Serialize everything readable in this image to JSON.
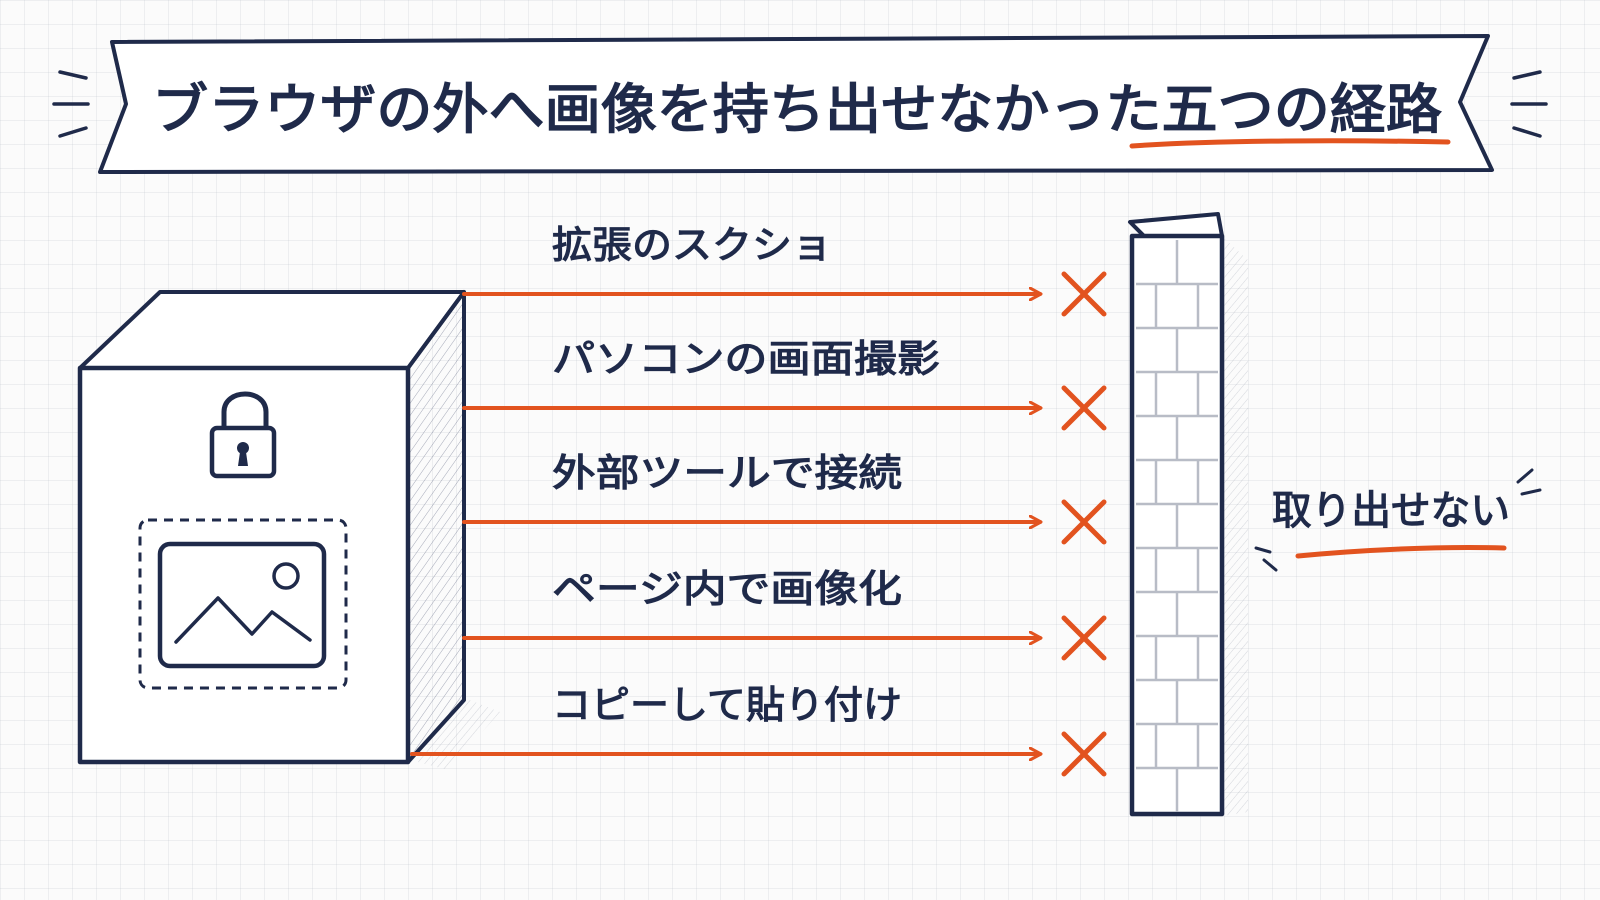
{
  "title": {
    "text_main": "ブラウザの外へ画像を持ち出せなかった",
    "text_emphasis": "五つの経路"
  },
  "routes": [
    {
      "label": "拡張のスクショ",
      "status_mark": "×"
    },
    {
      "label": "パソコンの画面撮影",
      "status_mark": "×"
    },
    {
      "label": "外部ツールで接続",
      "status_mark": "×"
    },
    {
      "label": "ページ内で画像化",
      "status_mark": "×"
    },
    {
      "label": "コピーして貼り付け",
      "status_mark": "×"
    }
  ],
  "result": {
    "label": "取り出せない"
  },
  "icons": {
    "box": "locked-box-icon",
    "lock": "padlock-icon",
    "image": "picture-icon",
    "wall": "brick-wall-icon"
  },
  "colors": {
    "ink": "#1f2a4a",
    "accent": "#e2531f",
    "wall_line": "#b8bcc6"
  }
}
